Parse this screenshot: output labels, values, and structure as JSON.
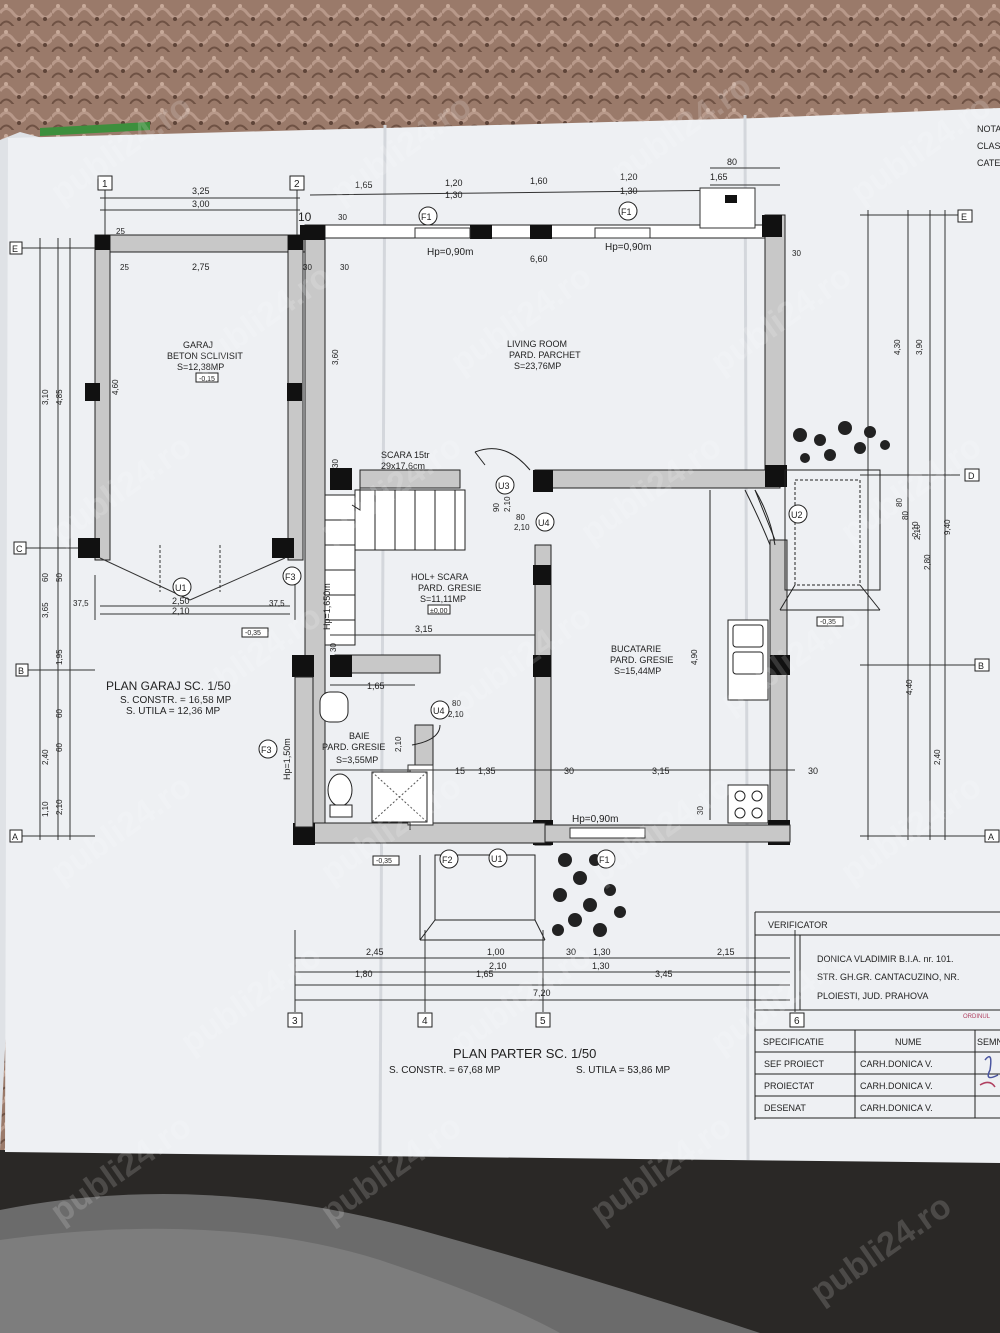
{
  "watermark": "publi24.ro",
  "notes_header": [
    "NOTA",
    "CLAS",
    "CATE"
  ],
  "axes_vertical": [
    "1",
    "2",
    "3",
    "4",
    "5",
    "6"
  ],
  "axes_horizontal": [
    "A",
    "B",
    "C",
    "D",
    "E"
  ],
  "top_dims": {
    "garage_outer": "3,25",
    "garage_inner": "3,00",
    "wall_10": "10",
    "house_segments_top": [
      "1,65",
      "1,20",
      "1,60",
      "1,20",
      "1,65"
    ],
    "house_segments_top2": [
      "1,30",
      "1,30"
    ],
    "corner_80": "80",
    "total_660": "6,60",
    "garage_inner2": "2,75",
    "wall_25a": "25",
    "wall_25b": "25",
    "wall_30a": "30",
    "wall_30b": "30",
    "wall_30c": "30",
    "wall_30d": "30"
  },
  "windows": {
    "f1a": "F1",
    "f1b": "F1",
    "hp_a": "Hp=0,90m",
    "hp_b": "Hp=0,90m",
    "hp_c": "Hp=0,90m",
    "f3a": "F3",
    "f3b": "F3",
    "hp_f3a": "Hp=1,650m",
    "hp_f3b": "Hp=1,50m",
    "f2": "F2",
    "f1c": "F1"
  },
  "doors": {
    "u1_garage": "U1",
    "u1_entry": "U1",
    "u2": "U2",
    "u3": "U3",
    "u4a": "U4",
    "u4b": "U4",
    "u3_w": "90",
    "u3_h": "2,10",
    "u4a_w": "80",
    "u4a_h": "2,10",
    "u4b_w": "80",
    "u4b_h": "2,10",
    "u2_w": "80",
    "u2_h": "2,10"
  },
  "rooms": {
    "garaj": {
      "name": "GARAJ",
      "finish": "BETON SCLIVISIT",
      "area": "S=12,38MP",
      "level": "-0,15"
    },
    "living": {
      "name": "LIVING ROOM",
      "finish": "PARD. PARCHET",
      "area": "S=23,76MP"
    },
    "scara": {
      "name": "SCARA 15tr",
      "steps": "29x17,6cm"
    },
    "hol": {
      "name": "HOL+ SCARA",
      "finish": "PARD. GRESIE",
      "area": "S=11,11MP",
      "level": "±0,00"
    },
    "bucatarie": {
      "name": "BUCATARIE",
      "finish": "PARD. GRESIE",
      "area": "S=15,44MP"
    },
    "baie": {
      "name": "BAIE",
      "finish": "PARD. GRESIE",
      "area": "S=3,55MP"
    }
  },
  "inner_dims": {
    "garage_v": "4,60",
    "living_v": "3,60",
    "hol_30": "30",
    "hol_315": "3,15",
    "hol_30b": "30",
    "baie_165": "1,65",
    "kitchen_v": "4,90",
    "bottom_15": "15",
    "bottom_135": "1,35",
    "bottom_30a": "30",
    "bottom_315": "3,15",
    "bottom_30b": "30",
    "right_30": "30",
    "right_30b": "30",
    "right_30c": "30",
    "baie_210": "2,10",
    "garage_250": "2,50",
    "garage_210": "2,10",
    "garage_375a": "37,5",
    "garage_375b": "37,5"
  },
  "levels": {
    "garage_front": "-0,35",
    "terrace": "-0,35",
    "entry": "-0,35"
  },
  "left_dims": [
    "4,85",
    "3,10",
    "60",
    "50",
    "3,65",
    "1,95",
    "2,40",
    "60",
    "60",
    "1,10",
    "2,10"
  ],
  "right_dims": [
    "4,30",
    "3,90",
    "80",
    "9,40",
    "2,10",
    "2,80",
    "4,40",
    "2,40"
  ],
  "bottom_dims": {
    "row1": [
      "2,45",
      "1,00",
      "30",
      "1,30",
      "2,15"
    ],
    "row2": [
      "2,10",
      "1,30"
    ],
    "row3": [
      "1,80",
      "1,65",
      "3,45"
    ],
    "total": "7,20"
  },
  "garage_title": {
    "title": "PLAN GARAJ SC. 1/50",
    "constr": "S. CONSTR. = 16,58 MP",
    "utila": "S. UTILA = 12,36 MP"
  },
  "main_title": {
    "title": "PLAN PARTER SC. 1/50",
    "constr": "S. CONSTR. = 67,68 MP",
    "utila": "S. UTILA = 53,86 MP"
  },
  "title_block": {
    "verificator": "VERIFICATOR",
    "firm_line1": "DONICA VLADIMIR B.I.A. nr. 101.",
    "firm_line2": "STR. GH.GR. CANTACUZINO, NR.",
    "firm_line3": "PLOIESTI, JUD. PRAHOVA",
    "col_spec": "SPECIFICATIE",
    "col_name": "NUME",
    "col_sign": "SEMN",
    "ordin": "ORDINUL",
    "rows": [
      {
        "role": "SEF PROIECT",
        "name": "CARH.DONICA V."
      },
      {
        "role": "PROIECTAT",
        "name": "CARH.DONICA V."
      },
      {
        "role": "DESENAT",
        "name": "CARH.DONICA V."
      }
    ]
  }
}
